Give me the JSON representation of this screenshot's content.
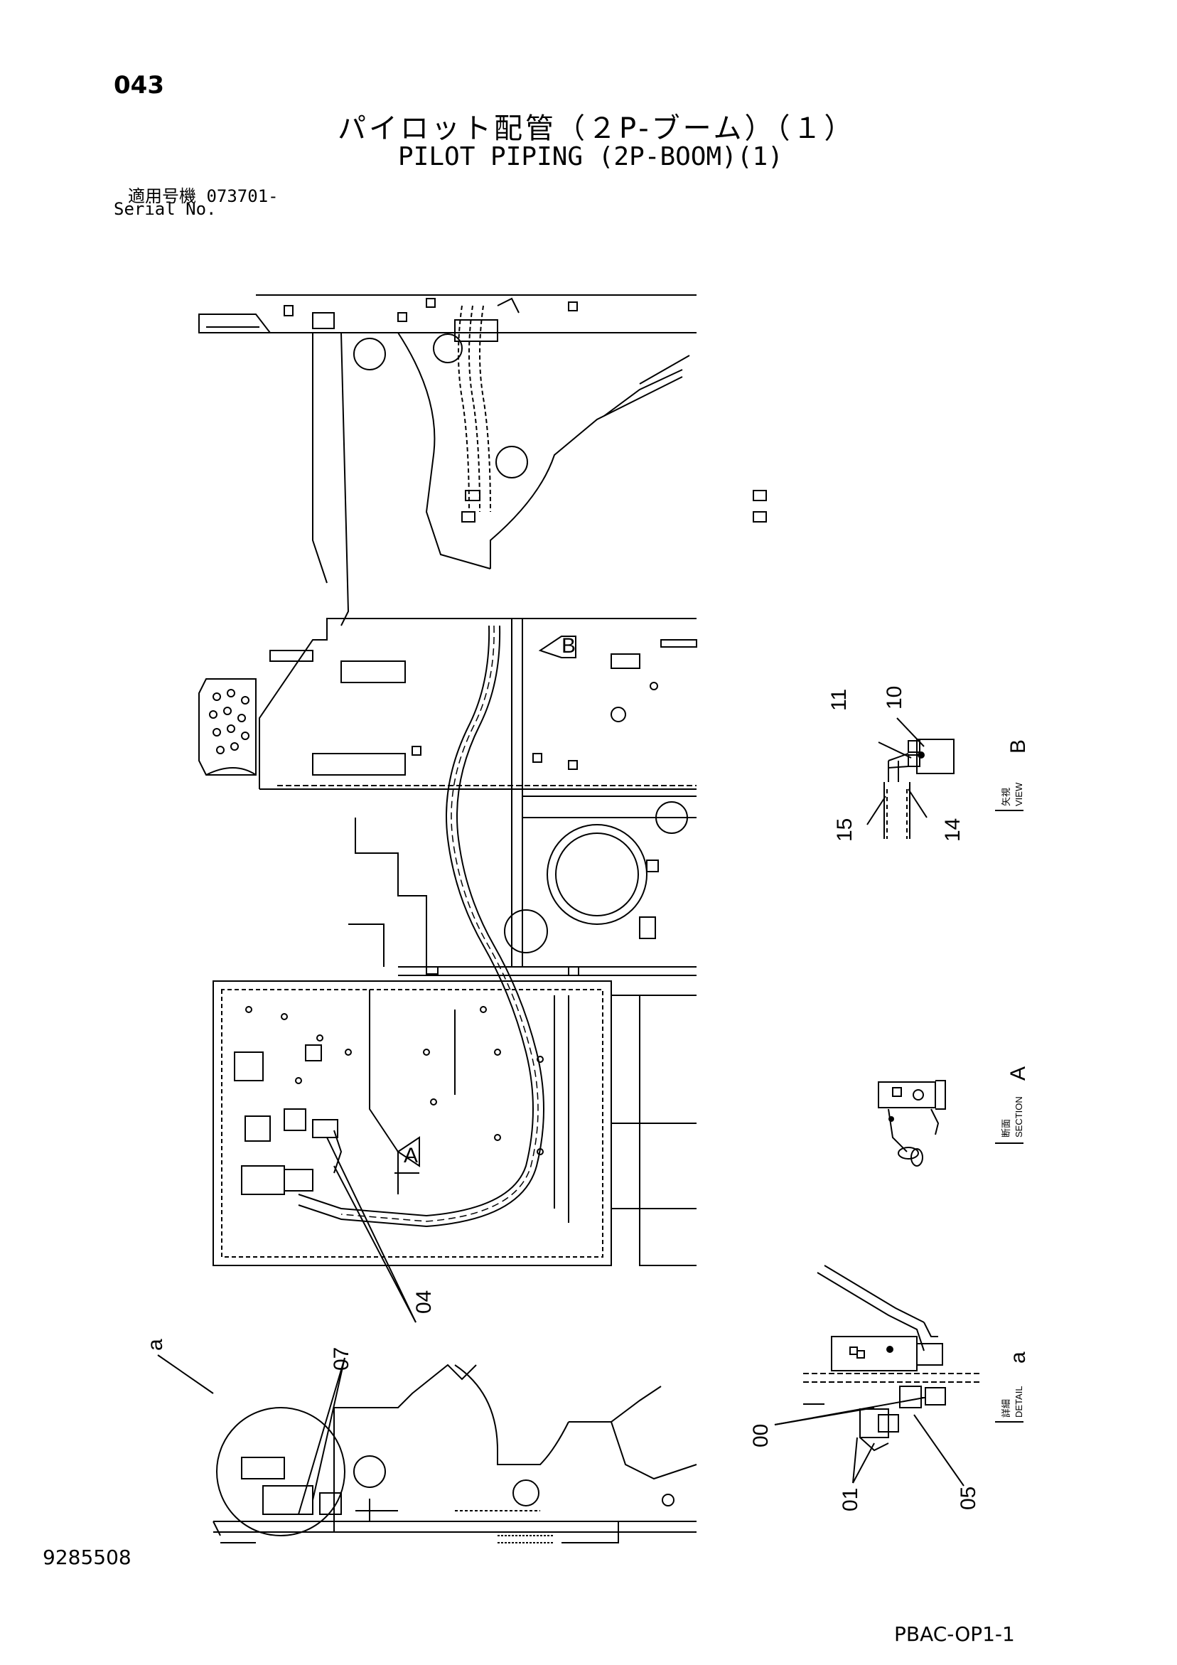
{
  "page": {
    "page_number": "043",
    "title_jp": "パイロット配管（２P-ブーム）（１）",
    "title_en": "PILOT PIPING (2P-BOOM)(1)",
    "serial_jp": "適用号機 073701-",
    "serial_en": "Serial No.",
    "document_number": "9285508",
    "figure_code": "PBAC-OP1-1"
  },
  "views": {
    "view_b": {
      "letter": "B",
      "jp": "矢視",
      "en": "VIEW"
    },
    "section_a": {
      "letter": "A",
      "jp": "断面",
      "en": "SECTION"
    },
    "detail_a": {
      "letter": "a",
      "jp": "詳細",
      "en": "DETAIL"
    },
    "arrow_a": "A",
    "arrow_b": "B"
  },
  "callouts": {
    "c04": "04",
    "c07": "07",
    "ca": "a",
    "c10": "10",
    "c11": "11",
    "c14": "14",
    "c15": "15",
    "c00": "00",
    "c01": "01",
    "c05": "05"
  }
}
